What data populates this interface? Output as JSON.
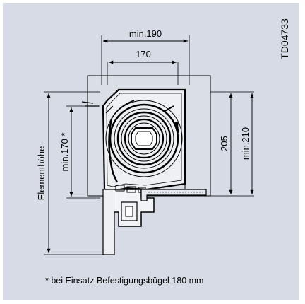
{
  "drawing_id": "TD04733",
  "dimensions": {
    "min_width": "min.190",
    "width": "170",
    "height_inner": "205",
    "height_min": "min.210",
    "height_left": "min.170 *",
    "element_height": "Elementhöhe"
  },
  "footnote": "* bei Einsatz Befestigungsbügel 180 mm",
  "colors": {
    "background_panel": "#d6dbe5",
    "line": "#000000",
    "part_fill": "#f5f6f8"
  }
}
